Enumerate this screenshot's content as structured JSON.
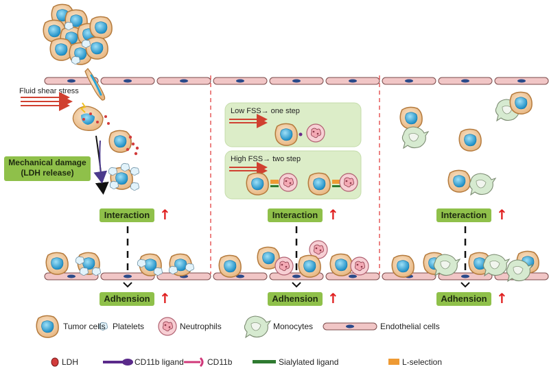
{
  "labels": {
    "fluid_shear_stress": "Fluid shear stress",
    "mechanical_damage_line1": "Mechanical damage",
    "mechanical_damage_line2": "(LDH release)",
    "interaction": "Interaction",
    "adhension": "Adhension",
    "low_fss": "Low FSS→ one step",
    "high_fss": "High FSS→ two step"
  },
  "legend": {
    "tumor": "Tumor cells",
    "platelets": "Platelets",
    "neutrophils": "Neutrophils",
    "monocytes": "Monocytes",
    "endothelial": "Endothelial cells",
    "ldh": "LDH",
    "cd11b_ligand": "CD11b ligand",
    "cd11b": "CD11b",
    "sialylated": "Sialylated ligand",
    "lselection": "L-selection"
  },
  "colors": {
    "tumor_fill": "#f3d6b3",
    "tumor_stroke": "#b07030",
    "nucleus": "#2aa6d8",
    "platelet": "#dff1fb",
    "neutrophil": "#f7c9cf",
    "neutrophil_nucleus": "#8a3848",
    "monocyte": "#d8ebd2",
    "endothelial": "#f1c6c6",
    "endo_nucleus": "#2a4a8a",
    "green_label": "#8fc04a",
    "red_arrow": "#e02020",
    "divider": "#e03030"
  }
}
